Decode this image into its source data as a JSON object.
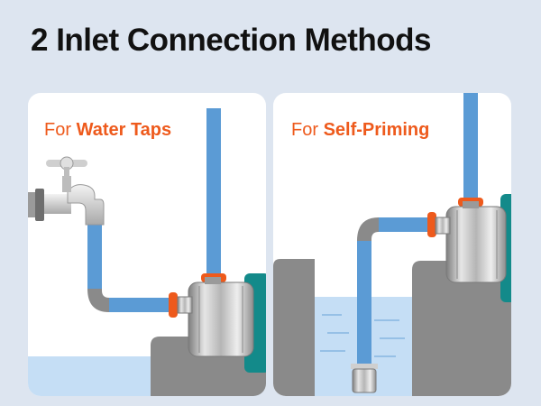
{
  "title": "2 Inlet Connection Methods",
  "colors": {
    "background": "#dde5f0",
    "accent": "#ee5a1c",
    "pipe": "#5b9bd5",
    "water": "#c5def5",
    "ground": "#8a8a8a",
    "pump": "#b8b8b8",
    "motor": "#138a8a"
  },
  "methods": [
    {
      "prefix": "For",
      "emphasis": "Water Taps",
      "icon": "water-tap-icon"
    },
    {
      "prefix": "For",
      "emphasis": "Self-Priming",
      "icon": "foot-valve-icon"
    }
  ]
}
